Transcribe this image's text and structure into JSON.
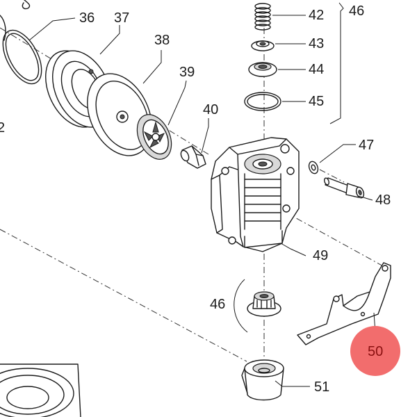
{
  "diagram": {
    "highlight_color": "#f26d6d",
    "callouts": [
      {
        "id": "36",
        "label": "36"
      },
      {
        "id": "37",
        "label": "37"
      },
      {
        "id": "38",
        "label": "38"
      },
      {
        "id": "39",
        "label": "39"
      },
      {
        "id": "40",
        "label": "40"
      },
      {
        "id": "42",
        "label": "42"
      },
      {
        "id": "43",
        "label": "43"
      },
      {
        "id": "44",
        "label": "44"
      },
      {
        "id": "45",
        "label": "45"
      },
      {
        "id": "46a",
        "label": "46"
      },
      {
        "id": "47",
        "label": "47"
      },
      {
        "id": "48",
        "label": "48"
      },
      {
        "id": "49",
        "label": "49"
      },
      {
        "id": "46b",
        "label": "46"
      },
      {
        "id": "50",
        "label": "50"
      },
      {
        "id": "51",
        "label": "51"
      },
      {
        "id": "2",
        "label": "2"
      }
    ]
  }
}
